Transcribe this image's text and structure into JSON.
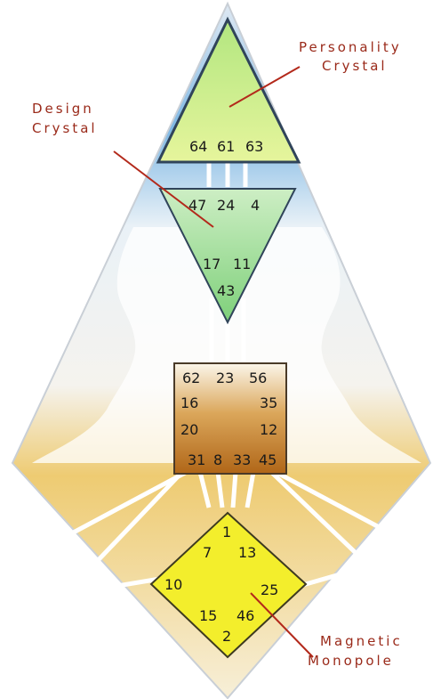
{
  "labels": {
    "personality": [
      "Personality",
      "Crystal"
    ],
    "design": [
      "Design",
      "Crystal"
    ],
    "magnetic": [
      "Magnetic",
      "Monopole"
    ]
  },
  "head_center": {
    "row1": [
      "64",
      "61",
      "63"
    ]
  },
  "ajna_center": {
    "row1": [
      "47",
      "24",
      "4"
    ],
    "row2": [
      "17",
      "11"
    ],
    "row3": "43"
  },
  "g_throat_center": {
    "top": [
      "62",
      "23",
      "56"
    ],
    "left": [
      "16",
      "20"
    ],
    "right": [
      "35",
      "12"
    ],
    "bottom": [
      "31",
      "8",
      "33",
      "45"
    ]
  },
  "g_center": {
    "top": "1",
    "row2": [
      "7",
      "13"
    ],
    "left": "10",
    "right": "25",
    "row4": [
      "15",
      "46"
    ],
    "bottom": "2"
  },
  "colors": {
    "label": "#9a2a1a",
    "pointer": "#b3291b",
    "personality_fill": "#c6ec8a",
    "design_fill": "#a6e2a0",
    "g_fill": "#f3ee2c"
  }
}
